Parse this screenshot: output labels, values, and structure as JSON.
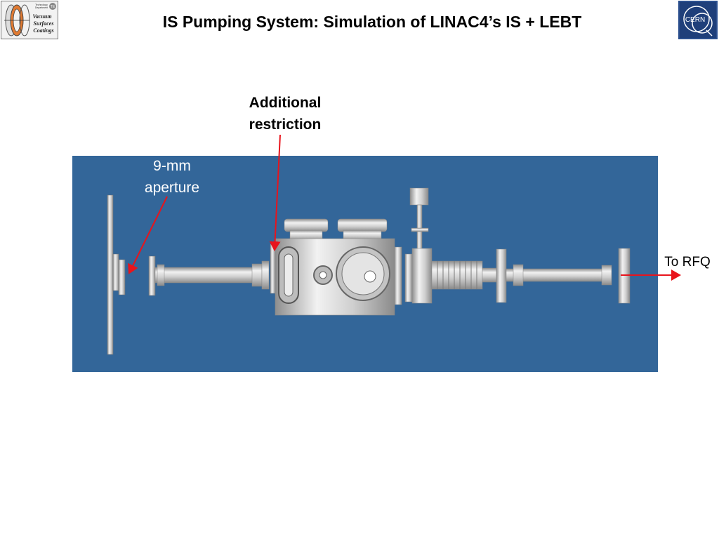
{
  "slide": {
    "title": "IS Pumping System: Simulation of LINAC4’s IS + LEBT"
  },
  "logos": {
    "left": {
      "line1": "Vacuum",
      "line2": "Surfaces",
      "line3": "Coatings",
      "small1": "Technology",
      "small2": "Department",
      "badge": "TE"
    },
    "right": {
      "text": "CERN"
    }
  },
  "annotations": {
    "restriction_line1": "Additional",
    "restriction_line2": "restriction",
    "aperture_line1": "9-mm",
    "aperture_line2": "aperture",
    "rfq": "To RFQ"
  },
  "colors": {
    "panel": "#336699",
    "arrow": "#e8141c",
    "metal": "#c8c8c8"
  }
}
